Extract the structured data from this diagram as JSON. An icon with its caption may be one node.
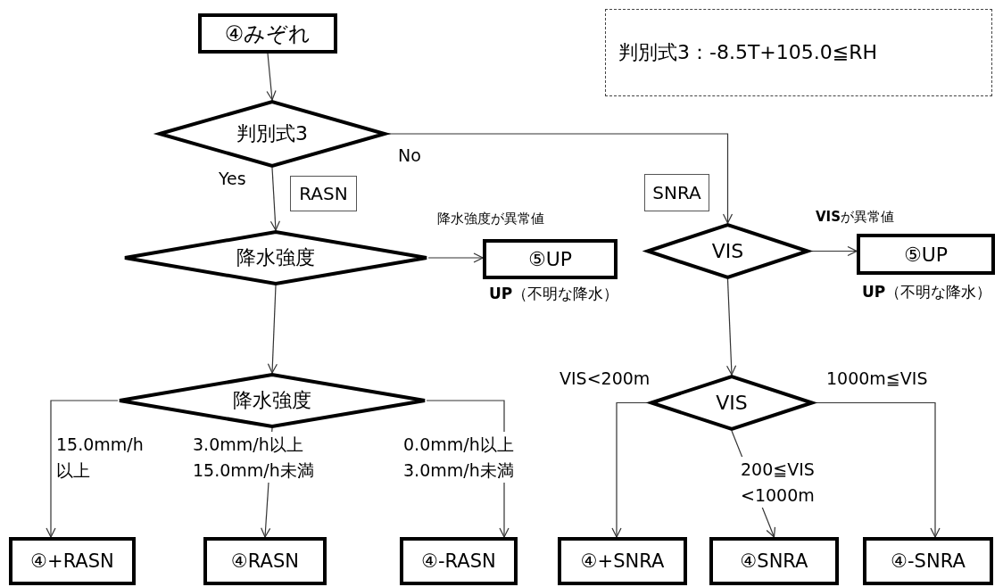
{
  "diagram": {
    "nodes": [
      {
        "text": [
          "④みぞれ"
        ]
      },
      {
        "text": [
          "判別式3：-8.5T+105.0≦RH"
        ]
      },
      {
        "text": [
          "判別式3"
        ]
      },
      {
        "text": [
          "RASN"
        ]
      },
      {
        "text": [
          "SNRA"
        ]
      },
      {
        "text": [
          "降水強度"
        ]
      },
      {
        "text": [
          "⑤UP"
        ],
        "beside": [
          "降水強度が異常値",
          "**UP**（不明な降水）"
        ]
      },
      {
        "text": [
          "VIS"
        ]
      },
      {
        "text": [
          "⑤UP"
        ],
        "beside": [
          "**VIS**が異常値",
          "**UP**（不明な降水）"
        ]
      },
      {
        "text": [
          "降水強度"
        ]
      },
      {
        "text": [
          "VIS"
        ]
      },
      {
        "text": [
          "④+RASN"
        ]
      },
      {
        "text": [
          "④RASN"
        ]
      },
      {
        "text": [
          "④-RASN"
        ]
      },
      {
        "text": [
          "④+SNRA"
        ]
      },
      {
        "text": [
          "④SNRA"
        ]
      },
      {
        "text": [
          "④-SNRA"
        ]
      }
    ],
    "edges": [
      {
        "from": 0,
        "to": 2,
        "arrow": "to"
      },
      {
        "from": 2,
        "to": 5,
        "arrow": "to",
        "label": "Yes"
      },
      {
        "from": 2,
        "to": 7,
        "arrow": "to",
        "label": "No"
      },
      {
        "from": 5,
        "to": 6,
        "arrow": "to"
      },
      {
        "from": 5,
        "to": 9,
        "arrow": "to"
      },
      {
        "from": 7,
        "to": 8,
        "arrow": "to"
      },
      {
        "from": 7,
        "to": 10,
        "arrow": "to"
      },
      {
        "from": 9,
        "to": 11,
        "arrow": "to",
        "label": "15.0mm/h 以上"
      },
      {
        "from": 9,
        "to": 12,
        "arrow": "to",
        "label": "3.0mm/h以上 15.0mm/h未満"
      },
      {
        "from": 9,
        "to": 13,
        "arrow": "to",
        "label": "0.0mm/h以上 3.0mm/h未満"
      },
      {
        "from": 10,
        "to": 14,
        "arrow": "to",
        "label": "VIS<200m"
      },
      {
        "from": 10,
        "to": 15,
        "arrow": "to",
        "label": "200≦VIS <1000m"
      },
      {
        "from": 10,
        "to": 16,
        "arrow": "to",
        "label": "1000m≦VIS"
      }
    ]
  }
}
